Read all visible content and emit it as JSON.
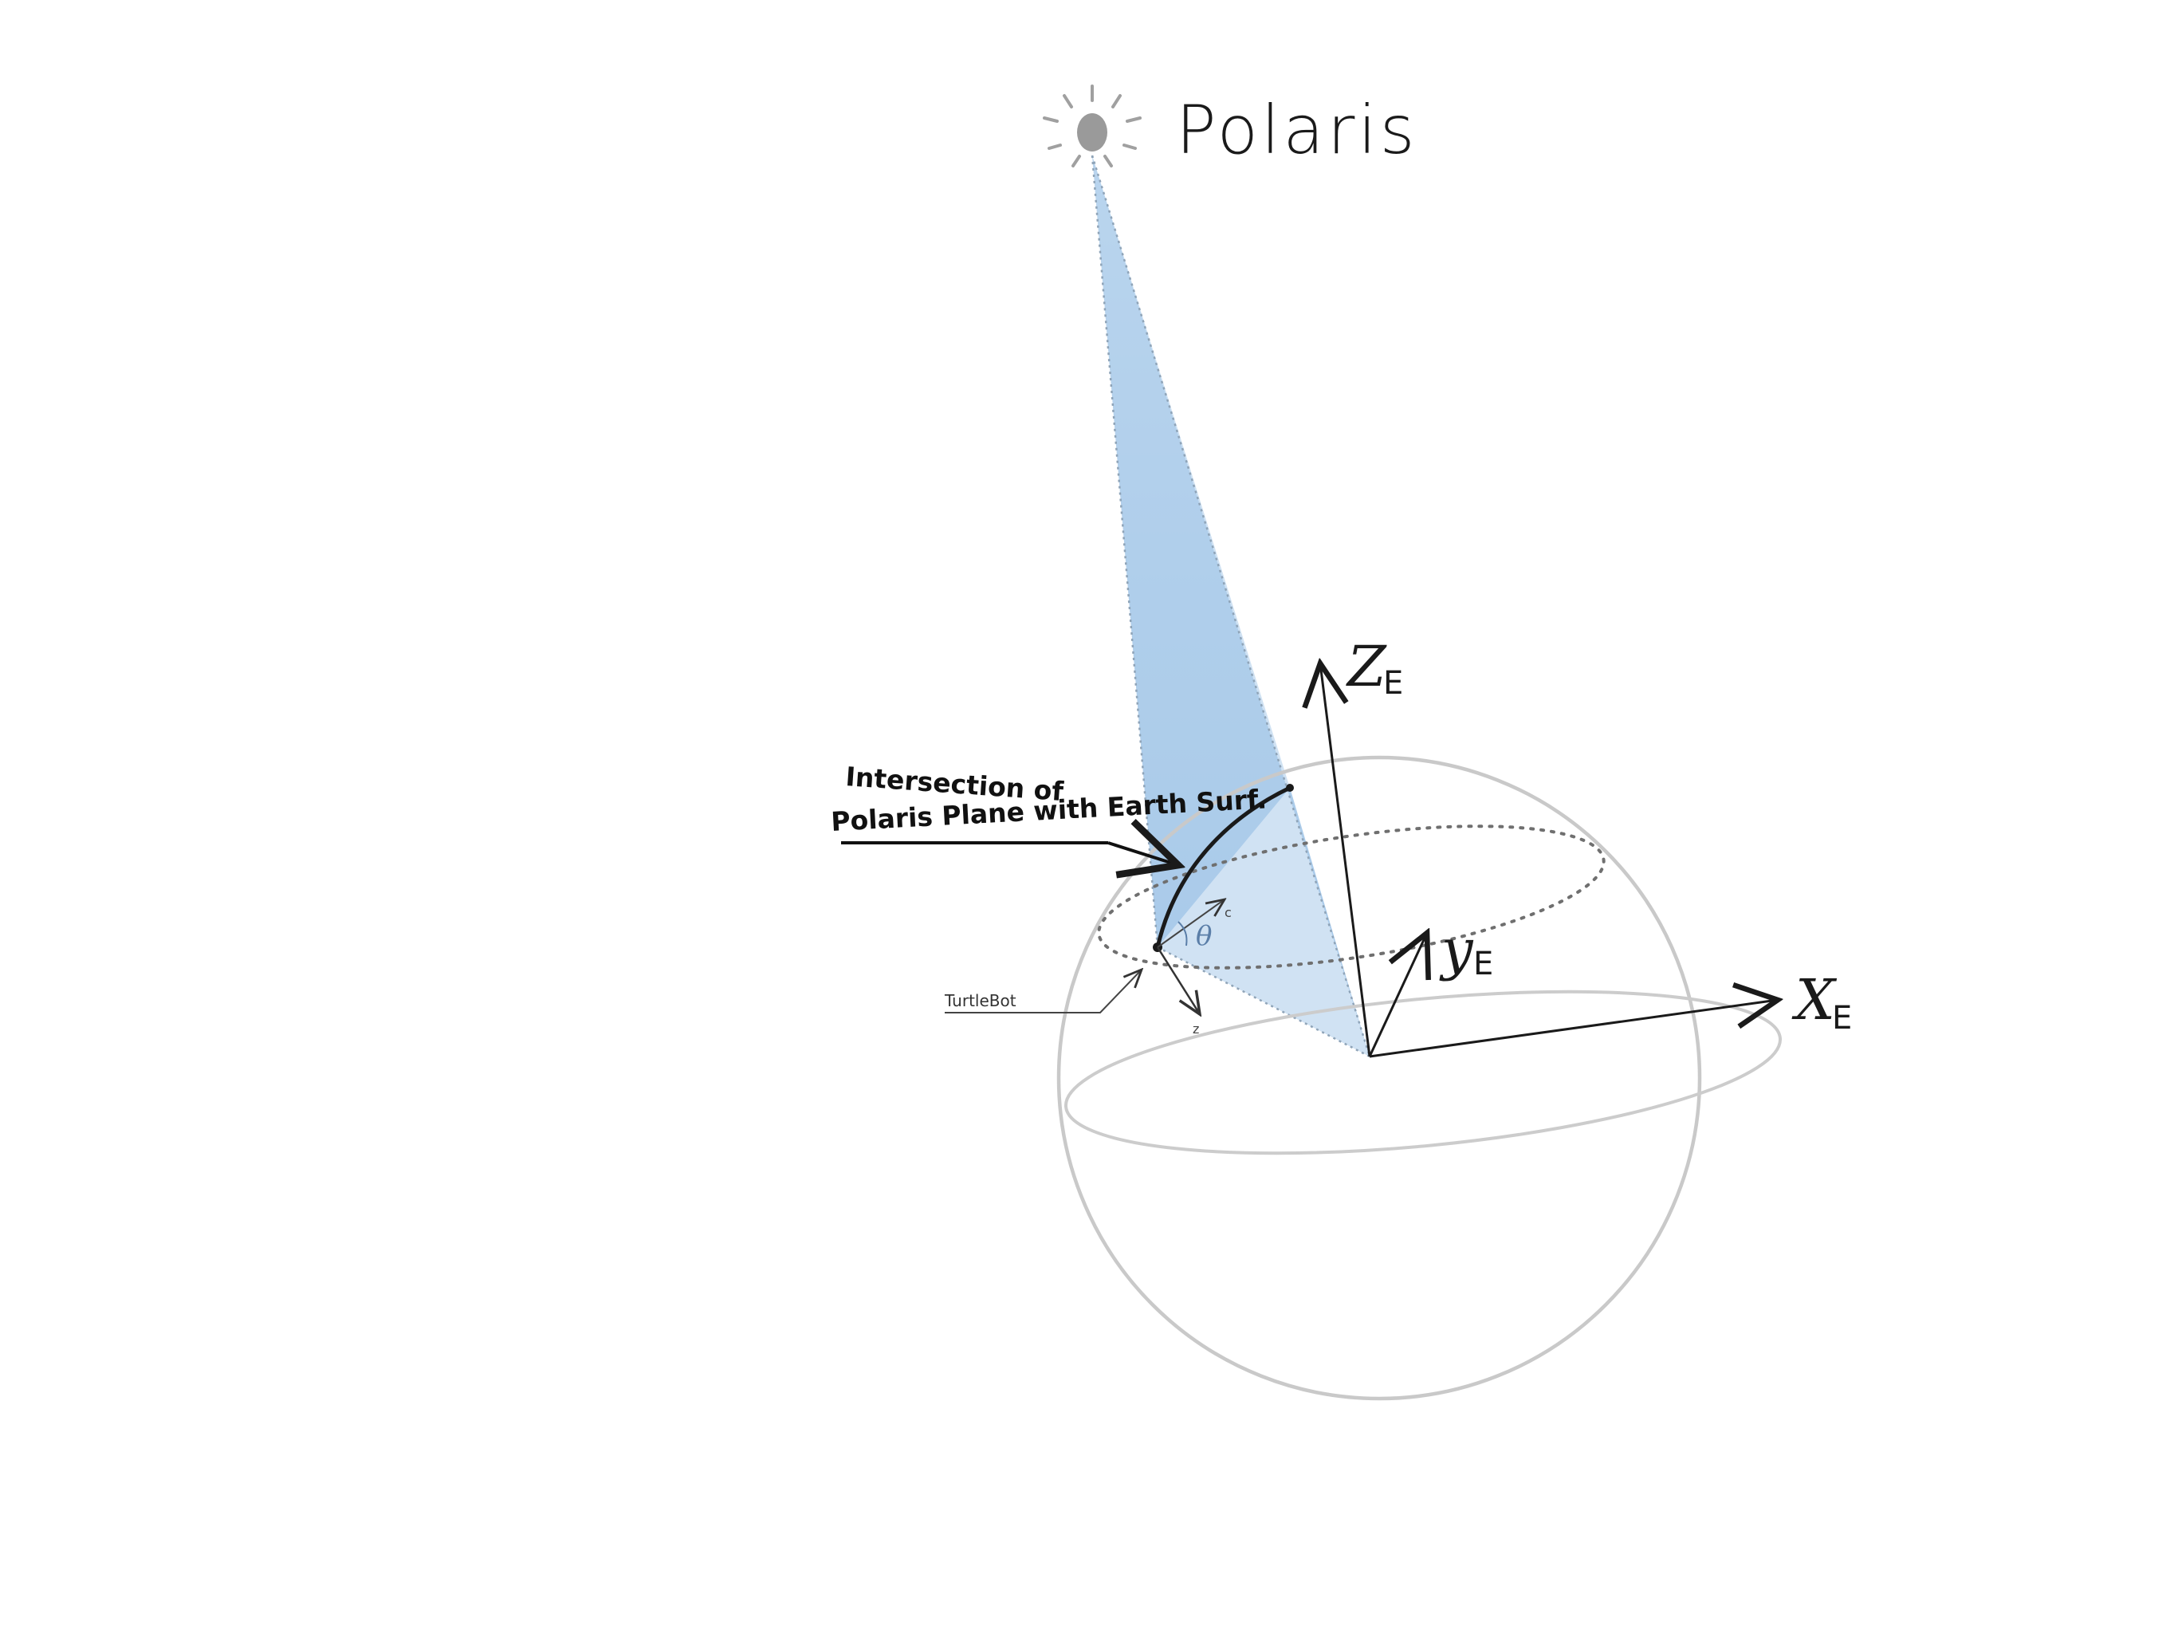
{
  "labels": {
    "polaris": "Polaris",
    "z_axis": "Z",
    "z_sub": "E",
    "y_axis": "y",
    "y_sub": "E",
    "x_axis": "X",
    "x_sub": "E",
    "intersection_line1": "Intersection of",
    "intersection_line2": "Polaris Plane with Earth Surf.",
    "turtlebot": "TurtleBot",
    "theta": "θ",
    "local_axis_top": "c",
    "local_axis_bottom": "z"
  },
  "colors": {
    "plane_fill": "#a9cbea",
    "sphere_stroke": "#c9c9c9",
    "star": "#9a9a9a",
    "ink": "#1a1a1a",
    "dotted": "#6f6f6f"
  }
}
